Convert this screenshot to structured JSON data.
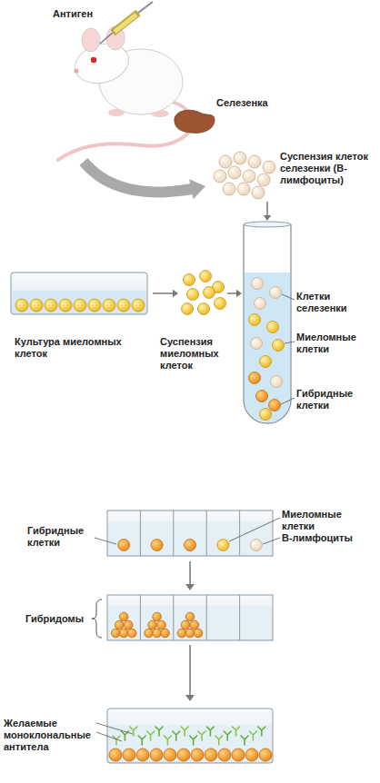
{
  "diagram": {
    "labels": [
      "Антиген",
      "Селезенка",
      "Суспензия клеток селезенки (В-лимфоциты)",
      "Клетки селезенки",
      "Миеломные клетки",
      "Гибридные клетки",
      "Культура миеломных клеток",
      "Суспензия миеломных клеток",
      "Гибридные клетки",
      "Миеломные клетки",
      "В-лимфоциты",
      "Гибридомы",
      "Желаемые моноклональные антитела"
    ]
  }
}
